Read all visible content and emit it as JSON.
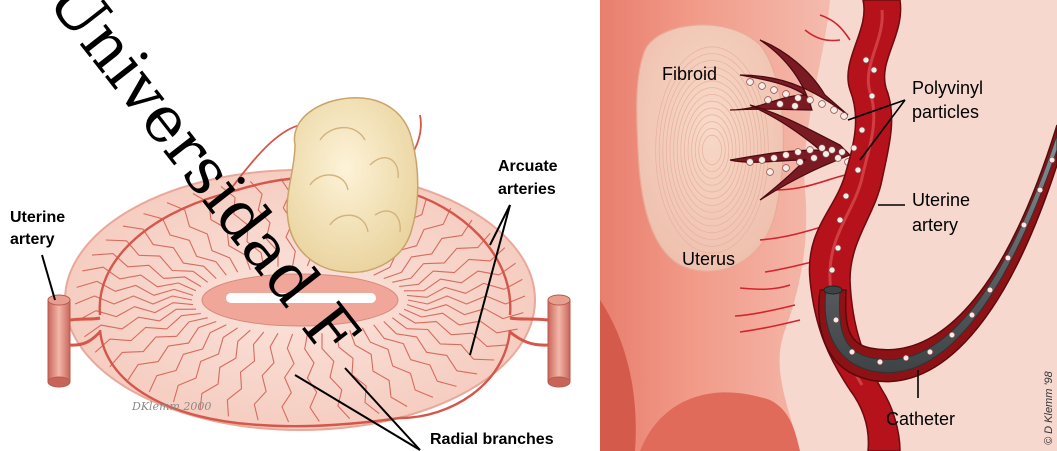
{
  "left_figure": {
    "labels": {
      "uterine_artery": [
        "Uterine",
        "artery"
      ],
      "arcuate_arteries": [
        "Arcuate",
        "arteries"
      ],
      "radial_branches": "Radial branches"
    },
    "signature": "DKlemm 2000",
    "watermark": "Universidad F"
  },
  "right_figure": {
    "labels": {
      "fibroid": "Fibroid",
      "polyvinyl_particles": [
        "Polyvinyl",
        "particles"
      ],
      "uterine_artery": [
        "Uterine",
        "artery"
      ],
      "uterus": "Uterus",
      "catheter": "Catheter"
    },
    "copyright": "© D Klemm '98"
  },
  "colors": {
    "artery_red": "#b5121b",
    "vessel_pink": "#e48a7c",
    "fibroid_cream": "#f3e2b6",
    "uterus_pink": "#f2c7bf",
    "catheter_gray": "#5e6467"
  }
}
